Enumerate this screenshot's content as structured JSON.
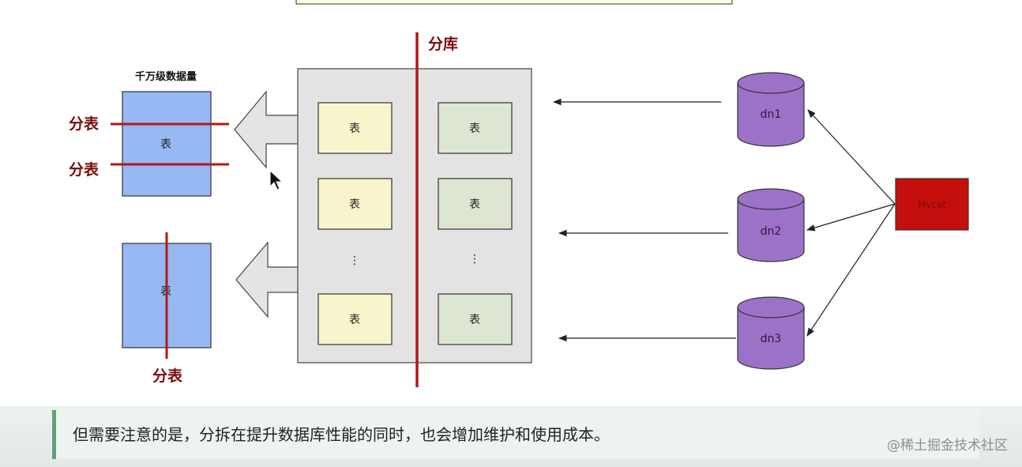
{
  "diagram": {
    "labels": {
      "sharding_db": "分库",
      "data_volume": "千万级数据量",
      "split_table": "分表",
      "table": "表",
      "ellipsis": "⋮",
      "dn1": "dn1",
      "dn2": "dn2",
      "dn3": "dn3",
      "mycat": "Mycat"
    }
  },
  "caption": {
    "text": "但需要注意的是，分拆在提升数据库性能的同时，也会增加维护和使用成本。"
  },
  "watermark": {
    "text": "@稀土掘金技术社区"
  },
  "colors": {
    "accent_red": "#b01a1a",
    "label_red": "#7a0c0c",
    "table_blue": "#96b8f3",
    "table_yellow": "#f8f5cc",
    "table_green": "#dde6d2",
    "db_purple": "#9b72c8",
    "mycat_red": "#c40f0c",
    "caption_bar": "#5fa178"
  }
}
